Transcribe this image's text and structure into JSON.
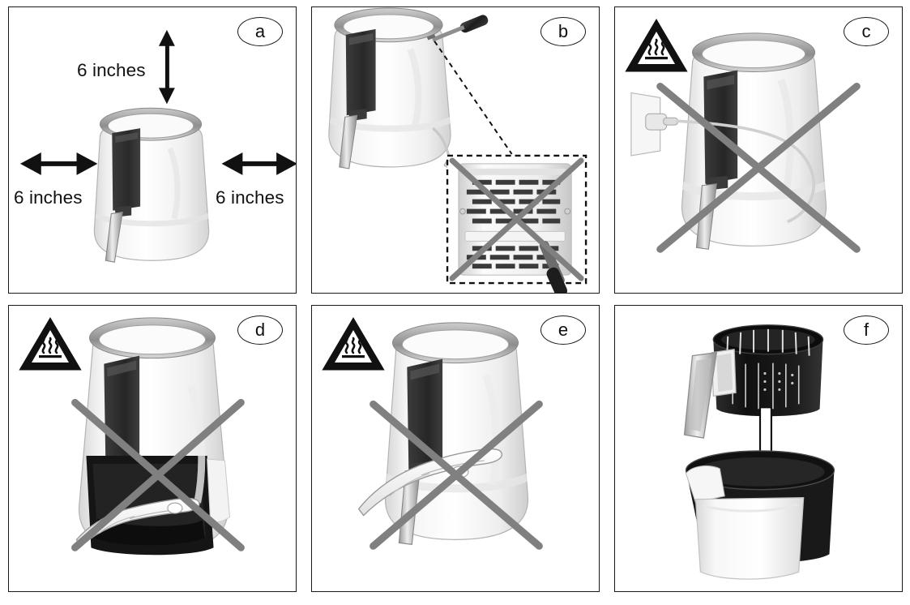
{
  "figure": {
    "type": "instruction-diagram",
    "subject": "air-fryer-safety-instructions",
    "panel_count": 6,
    "background_color": "#ffffff",
    "border_color": "#1a1a1a",
    "x_mark_color": "#808080",
    "appliance_body_color": "#f4f4f4",
    "control_panel_color": "#2b2b2b",
    "basket_color": "#1c1c1c"
  },
  "panels": [
    {
      "id": "a",
      "label": "a",
      "name": "clearance-requirements",
      "has_warning_icon": false,
      "has_x_mark": false,
      "labels": {
        "top": "6 inches",
        "left": "6 inches",
        "right": "6 inches"
      },
      "arrows": [
        "up-down",
        "left-right",
        "left-right"
      ]
    },
    {
      "id": "b",
      "label": "b",
      "name": "do-not-insert-object-into-vent",
      "has_warning_icon": false,
      "has_x_mark": true,
      "inset": {
        "name": "rear-vent-grille-detail",
        "border_style": "dashed",
        "has_x_mark": true,
        "tool": "screwdriver"
      }
    },
    {
      "id": "c",
      "label": "c",
      "name": "do-not-wrap-cord-around-hot-unit",
      "has_warning_icon": true,
      "warning_icon": "hot-surface-icon",
      "has_x_mark": true,
      "elements": [
        "wall-outlet",
        "power-plug",
        "power-cord"
      ]
    },
    {
      "id": "d",
      "label": "d",
      "name": "do-not-reach-into-hot-basket-cavity",
      "has_warning_icon": true,
      "warning_icon": "hot-surface-icon",
      "has_x_mark": true,
      "elements": [
        "hand",
        "open-drawer-cavity"
      ]
    },
    {
      "id": "e",
      "label": "e",
      "name": "do-not-touch-hot-surface",
      "has_warning_icon": true,
      "warning_icon": "hot-surface-icon",
      "has_x_mark": true,
      "elements": [
        "hand",
        "appliance-exterior"
      ]
    },
    {
      "id": "f",
      "label": "f",
      "name": "insert-crisper-basket-into-drawer",
      "has_warning_icon": false,
      "has_x_mark": false,
      "elements": [
        "crisper-basket",
        "outer-drawer",
        "down-arrow"
      ]
    }
  ]
}
